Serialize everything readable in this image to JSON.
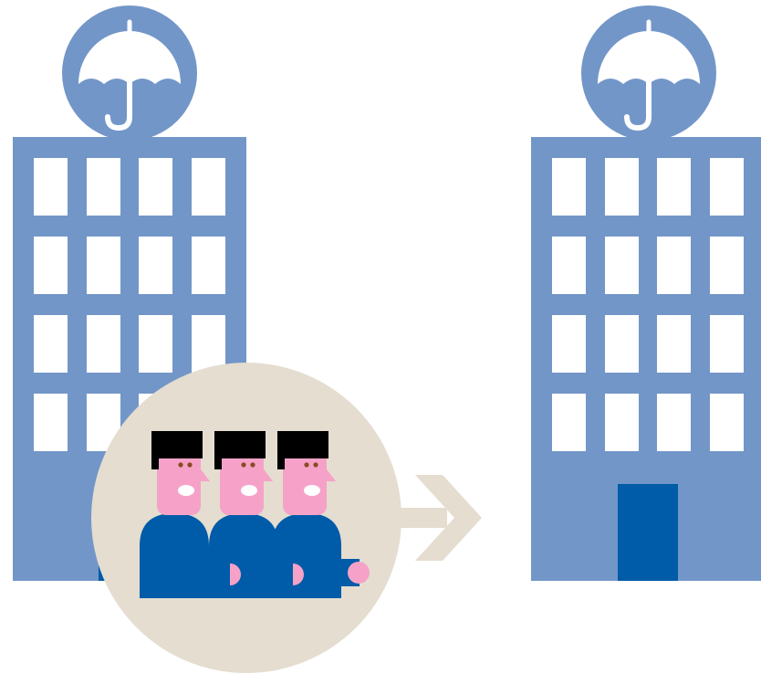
{
  "scene": {
    "buildings": [
      {
        "name": "left-building",
        "sign_icon": "umbrella-icon",
        "has_door": true
      },
      {
        "name": "right-building",
        "sign_icon": "umbrella-icon",
        "has_door": true
      }
    ],
    "group": {
      "icon": "group-of-three-people-icon",
      "people_count": 3
    },
    "arrow": {
      "icon": "arrow-right-icon",
      "direction": "right"
    }
  },
  "colors": {
    "building": "#7396c8",
    "window": "#ffffff",
    "door": "#005ba8",
    "circle": "#e4ddd0",
    "arrow": "#e4ddd0",
    "shirt": "#005ba8",
    "skin": "#f6a2c8",
    "hair": "#000000",
    "eyes": "#8a4a20",
    "mouth": "#ffffff"
  }
}
